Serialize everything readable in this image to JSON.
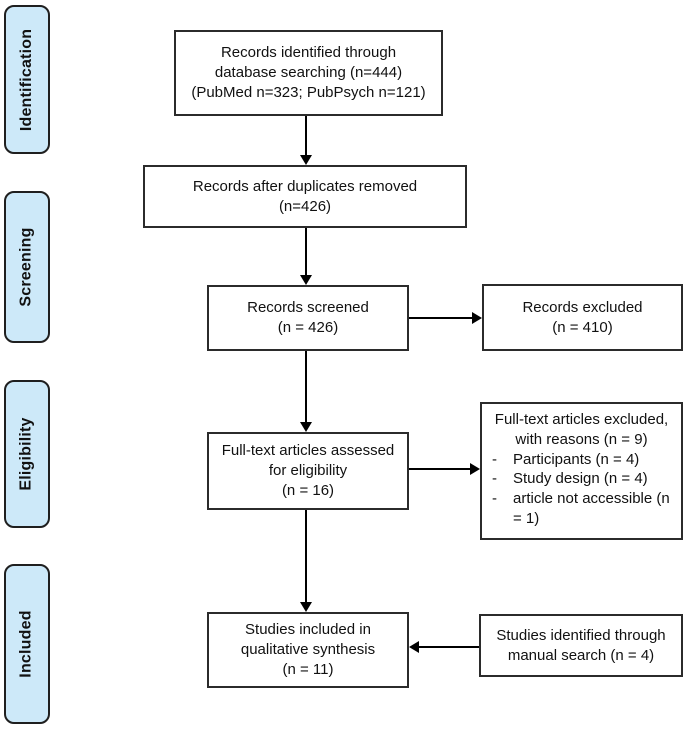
{
  "palette": {
    "stage_fill": "#cde9f9",
    "stage_border": "#1f1f1f",
    "box_fill": "#ffffff",
    "box_border": "#2b2b2b",
    "arrow": "#000000"
  },
  "sidebar": {
    "items": [
      {
        "label": "Identification"
      },
      {
        "label": "Screening"
      },
      {
        "label": "Eligibility"
      },
      {
        "label": "Included"
      }
    ]
  },
  "boxes": {
    "records_identified": "Records identified through\ndatabase searching (n=444)\n(PubMed n=323; PubPsych n=121)",
    "duplicates_removed": "Records after duplicates removed\n(n=426)",
    "records_screened": "Records screened\n(n = 426)",
    "records_excluded": "Records excluded\n(n = 410)",
    "fulltext_assessed": "Full-text articles assessed\nfor eligibility\n(n = 16)",
    "fulltext_excluded": {
      "title": "Full-text articles excluded,\nwith reasons (n = 9)",
      "bullet": "-",
      "items": [
        "Participants (n = 4)",
        "Study design (n = 4)",
        "article not accessible (n = 1)"
      ]
    },
    "studies_included": "Studies included in\nqualitative synthesis\n(n = 11)",
    "manual_search": "Studies identified through\nmanual search (n = 4)"
  }
}
